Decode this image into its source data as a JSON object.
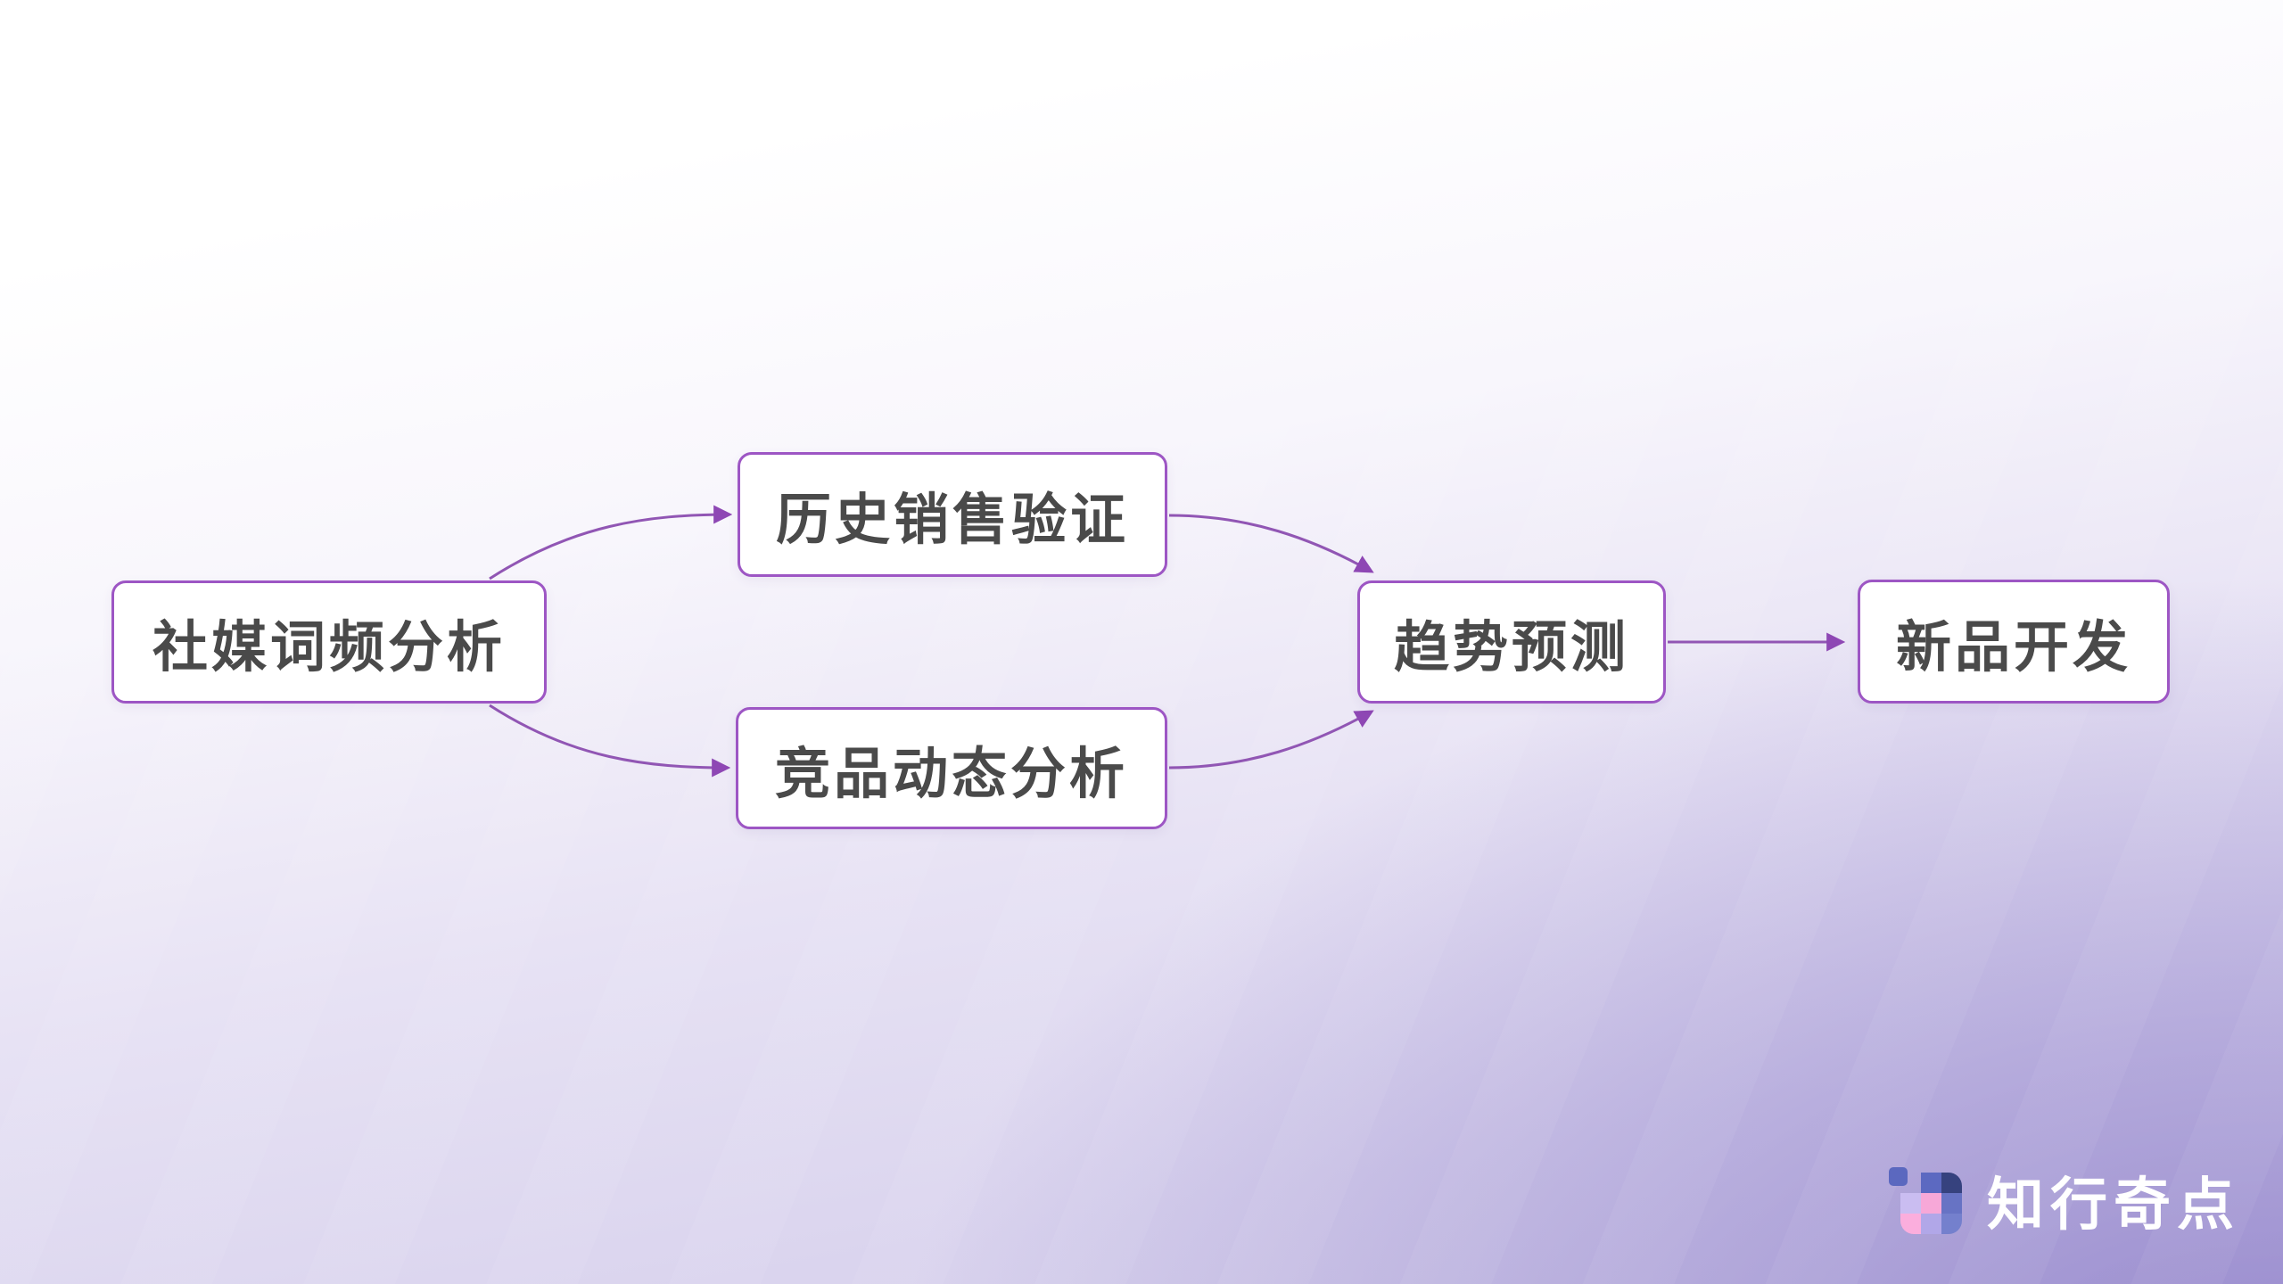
{
  "diagram": {
    "nodes": [
      {
        "id": "social",
        "label": "社媒词频分析"
      },
      {
        "id": "sales",
        "label": "历史销售验证"
      },
      {
        "id": "competitor",
        "label": "竞品动态分析"
      },
      {
        "id": "trend",
        "label": "趋势预测"
      },
      {
        "id": "newproduct",
        "label": "新品开发"
      }
    ],
    "edges": [
      {
        "from": "social",
        "to": "sales"
      },
      {
        "from": "social",
        "to": "competitor"
      },
      {
        "from": "sales",
        "to": "trend"
      },
      {
        "from": "competitor",
        "to": "trend"
      },
      {
        "from": "trend",
        "to": "newproduct"
      }
    ]
  },
  "branding": {
    "logo_text": "知行奇点",
    "logo_icon": "pixel-grid-icon"
  },
  "colors": {
    "connector": "#9156b4",
    "arrowhead": "#8e47b4",
    "node_border": "#9d56c4",
    "node_background": "#ffffff",
    "node_text": "#4a4a4a",
    "background_top": "#ffffff",
    "background_bottom_left": "#d9d4ee",
    "background_bottom_right": "#9b90d0",
    "logo_text_color": "#ffffff",
    "logo_grid": {
      "chip": "#5b68bf",
      "top_mid": "#5c69c1",
      "top_right": "#36427e",
      "mid_left": "#cabdf1",
      "mid_center": "#f7a8d8",
      "mid_right": "#6773c4",
      "bottom_left": "#fbaedd",
      "bottom_center": "#b1a7e8",
      "bottom_right": "#7480cd"
    }
  }
}
